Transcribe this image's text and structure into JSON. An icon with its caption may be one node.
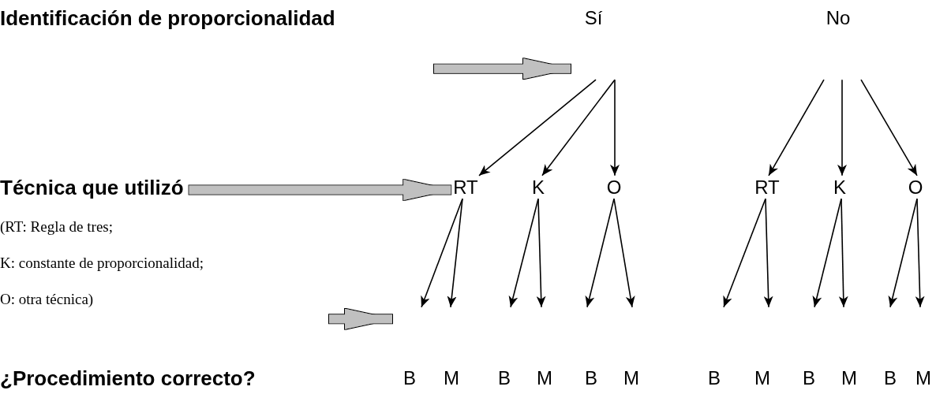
{
  "diagram": {
    "nodes": [
      {
        "text": [
          "Identificación de proporcionalidad"
        ]
      },
      {
        "text": [
          "Sí"
        ]
      },
      {
        "text": [
          "No"
        ]
      },
      {
        "text": [
          "Técnica que utilizó"
        ]
      },
      {
        "text": [
          "RT"
        ]
      },
      {
        "text": [
          "K"
        ]
      },
      {
        "text": [
          "O"
        ]
      },
      {
        "text": [
          "RT"
        ]
      },
      {
        "text": [
          "K"
        ]
      },
      {
        "text": [
          "O"
        ]
      },
      {
        "text": [
          "¿Procedimiento correcto?"
        ]
      },
      {
        "text": [
          "B"
        ]
      },
      {
        "text": [
          "M"
        ]
      },
      {
        "text": [
          "B"
        ]
      },
      {
        "text": [
          "M"
        ]
      },
      {
        "text": [
          "B"
        ]
      },
      {
        "text": [
          "M"
        ]
      },
      {
        "text": [
          "B"
        ]
      },
      {
        "text": [
          "M"
        ]
      },
      {
        "text": [
          "B"
        ]
      },
      {
        "text": [
          "M"
        ]
      },
      {
        "text": [
          "B"
        ]
      },
      {
        "text": [
          "M"
        ]
      }
    ],
    "edges": [
      {
        "from": null,
        "to": 1,
        "arrow": "to",
        "style": "thick",
        "color": "#c0c0c0"
      },
      {
        "from": 3,
        "to": 4,
        "arrow": "to",
        "style": "thick",
        "color": "#c0c0c0"
      },
      {
        "from": null,
        "to": 11,
        "arrow": "to",
        "style": "thick",
        "color": "#c0c0c0"
      },
      {
        "from": 1,
        "to": 4,
        "arrow": "to"
      },
      {
        "from": 1,
        "to": 5,
        "arrow": "to"
      },
      {
        "from": 1,
        "to": 6,
        "arrow": "to"
      },
      {
        "from": 2,
        "to": 7,
        "arrow": "to"
      },
      {
        "from": 2,
        "to": 8,
        "arrow": "to"
      },
      {
        "from": 2,
        "to": 9,
        "arrow": "to"
      },
      {
        "from": 4,
        "to": 11,
        "arrow": "to"
      },
      {
        "from": 4,
        "to": 12,
        "arrow": "to"
      },
      {
        "from": 5,
        "to": 13,
        "arrow": "to"
      },
      {
        "from": 5,
        "to": 14,
        "arrow": "to"
      },
      {
        "from": 6,
        "to": 15,
        "arrow": "to"
      },
      {
        "from": 6,
        "to": 16,
        "arrow": "to"
      },
      {
        "from": 7,
        "to": 17,
        "arrow": "to"
      },
      {
        "from": 7,
        "to": 18,
        "arrow": "to"
      },
      {
        "from": 8,
        "to": 19,
        "arrow": "to"
      },
      {
        "from": 8,
        "to": 20,
        "arrow": "to"
      },
      {
        "from": 9,
        "to": 21,
        "arrow": "to"
      },
      {
        "from": 9,
        "to": 22,
        "arrow": "to"
      }
    ],
    "labels": [
      "(RT: Regla de tres;",
      "K: constante de proporcionalidad;",
      "O: otra técnica)"
    ]
  }
}
